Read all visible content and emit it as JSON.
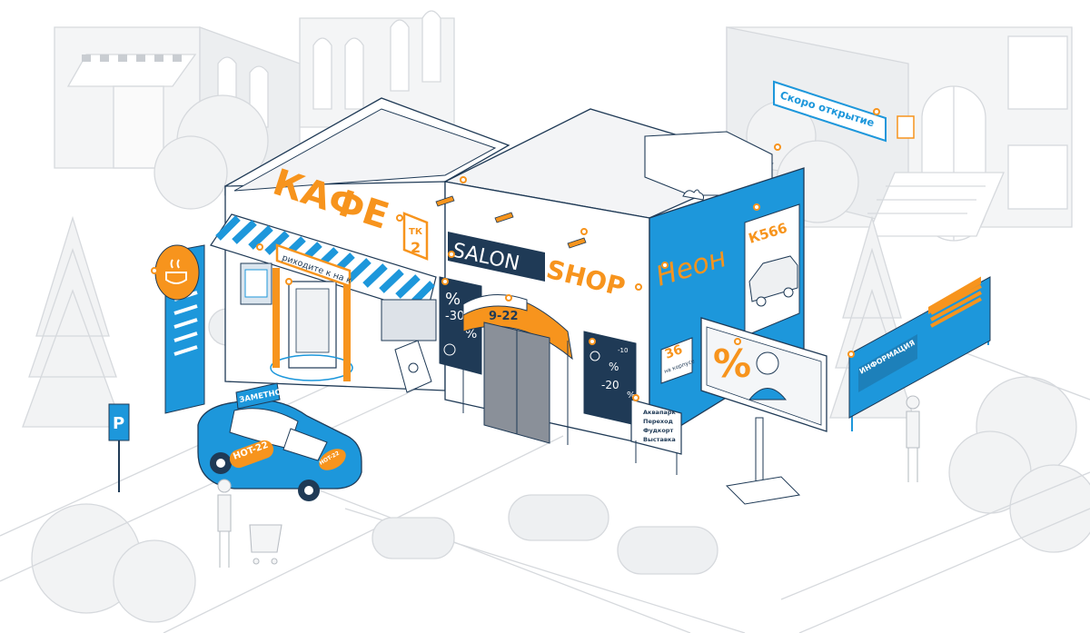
{
  "colors": {
    "blue": "#1d97db",
    "orange": "#f7941d",
    "ink": "#1f3a56",
    "light_gray": "#e7e9ec",
    "mid_gray": "#cfd3d8",
    "dark_gray": "#8a9099",
    "white": "#ffffff"
  },
  "cafe": {
    "sign": "КАФЕ",
    "tk_sign": {
      "line1": "ТК",
      "line2": "2"
    },
    "banner": "риходите к на к",
    "awning_pattern": "blue-white-stripes"
  },
  "shop": {
    "sign_left": "SALON",
    "sign_right": "SHOP",
    "hours": "9-22",
    "window_left": {
      "line1": "%",
      "line2": "-30",
      "line3": "%"
    },
    "window_right": {
      "line1": "-10",
      "line2": "%",
      "line3": "-20",
      "line4": "%"
    }
  },
  "side_wall": {
    "brand_script": "Неон",
    "plate": "К566",
    "badge_number": "36",
    "badge_sub": "на корпусе"
  },
  "directory_sign": {
    "items": [
      "Аквапарк",
      "Переход",
      "Фудкорт",
      "Выставка"
    ]
  },
  "billboard": {
    "symbol": "%"
  },
  "info_board": {
    "label": "ИНФОРМАЦИЯ"
  },
  "background_building": {
    "banner": "Скоро открытие"
  },
  "taxi": {
    "roof_sign": "ЗАМЕТНО",
    "door_label": "HOT-22",
    "rear_label": "HOT-22"
  },
  "parking_sign": {
    "letter": "P"
  },
  "cafe_pole_sign": {
    "icon": "coffee-cup-icon"
  }
}
